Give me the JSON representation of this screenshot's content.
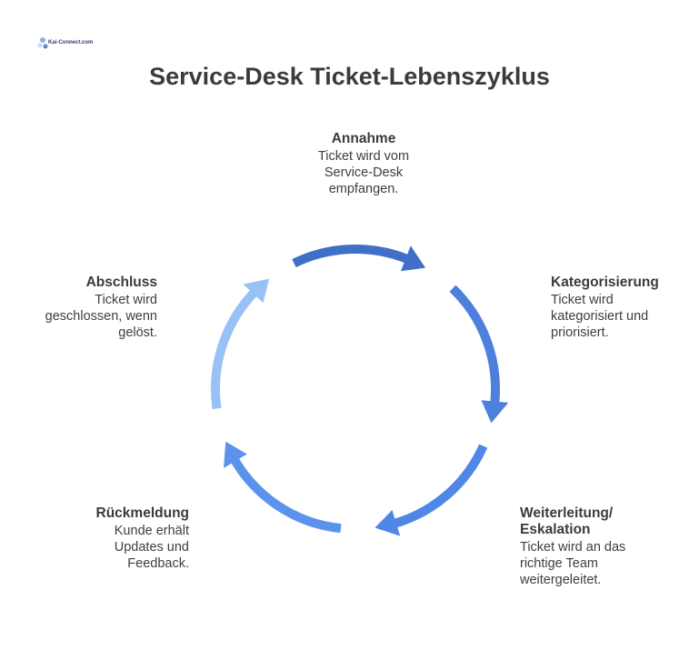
{
  "logo": {
    "brand": "Kai-Connect.com",
    "tagline": ""
  },
  "title": "Service-Desk Ticket-Lebenszyklus",
  "stages": [
    {
      "key": "annahme",
      "title": "Annahme",
      "desc": "Ticket wird vom\nService-Desk\nempfangen.",
      "color": "#3f6fc6"
    },
    {
      "key": "kategorisierung",
      "title": "Kategorisierung",
      "desc": "Ticket wird\nkategorisiert und\npriorisiert.",
      "color": "#4c80dc"
    },
    {
      "key": "weiterleitung",
      "title": "Weiterleitung/\nEskalation",
      "desc": "Ticket wird an das\nrichtige Team\nweitergeleitet.",
      "color": "#4f87e6"
    },
    {
      "key": "rueckmeldung",
      "title": "Rückmeldung",
      "desc": "Kunde erhält\nUpdates und\nFeedback.",
      "color": "#5b93ec"
    },
    {
      "key": "abschluss",
      "title": "Abschluss",
      "desc": "Ticket wird\ngeschlossen, wenn\ngelöst.",
      "color": "#98c1f5"
    }
  ]
}
